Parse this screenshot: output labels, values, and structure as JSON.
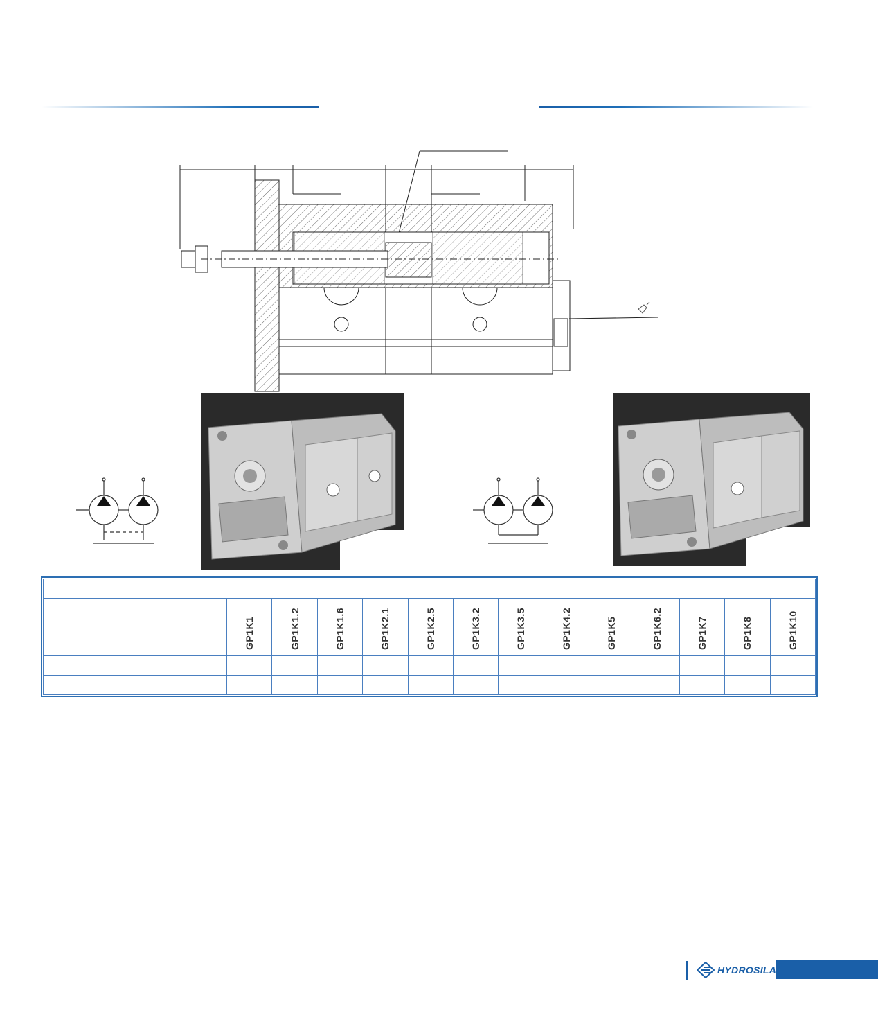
{
  "table": {
    "models": [
      "GP1K1",
      "GP1K1.2",
      "GP1K1.6",
      "GP1K2.1",
      "GP1K2.5",
      "GP1K3.2",
      "GP1K3.5",
      "GP1K4.2",
      "GP1K5",
      "GP1K6.2",
      "GP1K7",
      "GP1K8",
      "GP1K10"
    ],
    "data_rows": 2
  },
  "brand": {
    "name": "HYDROSILA",
    "color": "#1a5fa8"
  },
  "icons": [
    "wrench-icon",
    "hydrosila-logo-icon",
    "pump-symbol-icon"
  ]
}
